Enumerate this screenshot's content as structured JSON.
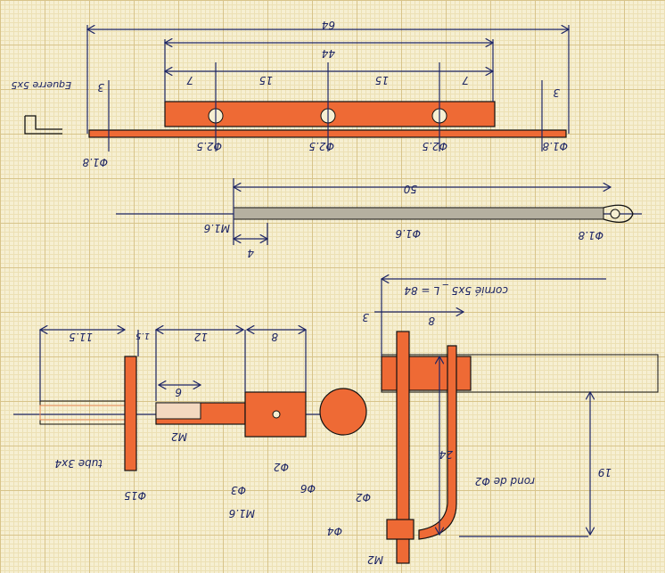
{
  "top_plate": {
    "overall": "64",
    "inner": "44",
    "seg1": "7",
    "seg2": "15",
    "seg3": "15",
    "seg4": "7",
    "left_h": "3",
    "right_h": "3",
    "hole1": "Φ2.5",
    "hole2": "Φ2.5",
    "hole3": "Φ2.5",
    "end_left": "Φ1.8",
    "end_right": "Φ1.8",
    "angle_label": "Equerre 5x5"
  },
  "rod": {
    "length": "50",
    "thread": "M1.6",
    "thread_len": "4",
    "diameter": "Φ1.6",
    "eye": "Φ1.8"
  },
  "bracket": {
    "title": "cornié 5x5 _ L = 84",
    "d1": "3",
    "d2": "8",
    "height": "24",
    "drop": "19",
    "rod_label": "rond de Φ2",
    "d_phi2": "Φ2",
    "d_phi4": "Φ4",
    "thread": "M2"
  },
  "tube_part": {
    "len": "11.5",
    "flange": "1.5",
    "tube": "tube 3x4",
    "flange_d": "Φ15"
  },
  "pin": {
    "len": "12",
    "head": "8",
    "thread_len": "6",
    "thread": "M2",
    "shank": "Φ3",
    "hole_thread": "M1.6",
    "hole": "Φ2",
    "head_d": "Φ6"
  }
}
